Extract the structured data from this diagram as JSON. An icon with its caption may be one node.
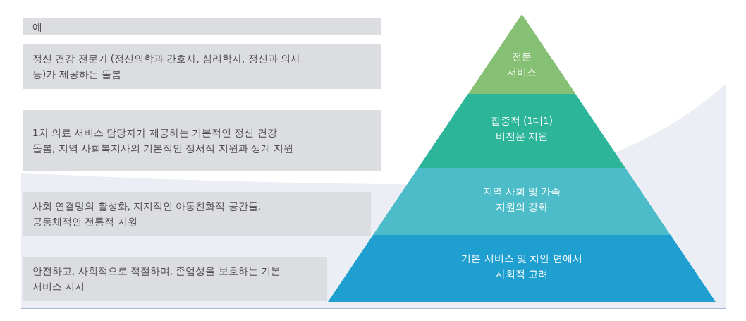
{
  "diagram": {
    "nodes": [
      {
        "text": [
          "예"
        ]
      },
      {
        "text": [
          "정신 건강 전문가 (정신의학과 간호사, 심리학자, 정신과 의사 등)가 제공하는 돌봄"
        ]
      },
      {
        "text": [
          "1차 의료 서비스 담당자가 제공하는 기본적인 정신 건강 돌봄, 지역 사회복지사의 기본적인 정서적 지원과 생계 지원"
        ]
      },
      {
        "text": [
          "사회 연결망의 활성화, 지지적인 아동친화적 공간들, 공동체적인 전통적 지원"
        ]
      },
      {
        "text": [
          "안전하고, 사회적으로 적절하며, 존엄성을 보호하는 기본 서비스 지지"
        ]
      },
      {
        "text": [
          "전문 서비스"
        ]
      },
      {
        "text": [
          "집중적 (1대1) 비전문 지원"
        ]
      },
      {
        "text": [
          "지역 사회 및 가족 지원의 강화"
        ]
      },
      {
        "text": [
          "기본 서비스 및 치안 면에서 사회적 고려"
        ]
      }
    ]
  }
}
